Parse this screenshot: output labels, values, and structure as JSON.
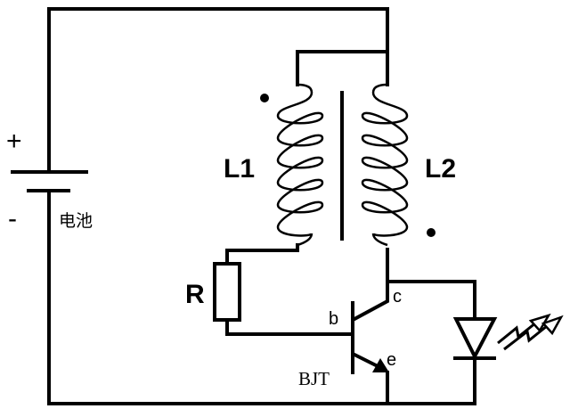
{
  "labels": {
    "plus": "+",
    "minus": "-",
    "battery": "电池",
    "l1": "L1",
    "l2": "L2",
    "resistor": "R",
    "base": "b",
    "collector": "c",
    "emitter": "e",
    "transistor": "BJT"
  }
}
